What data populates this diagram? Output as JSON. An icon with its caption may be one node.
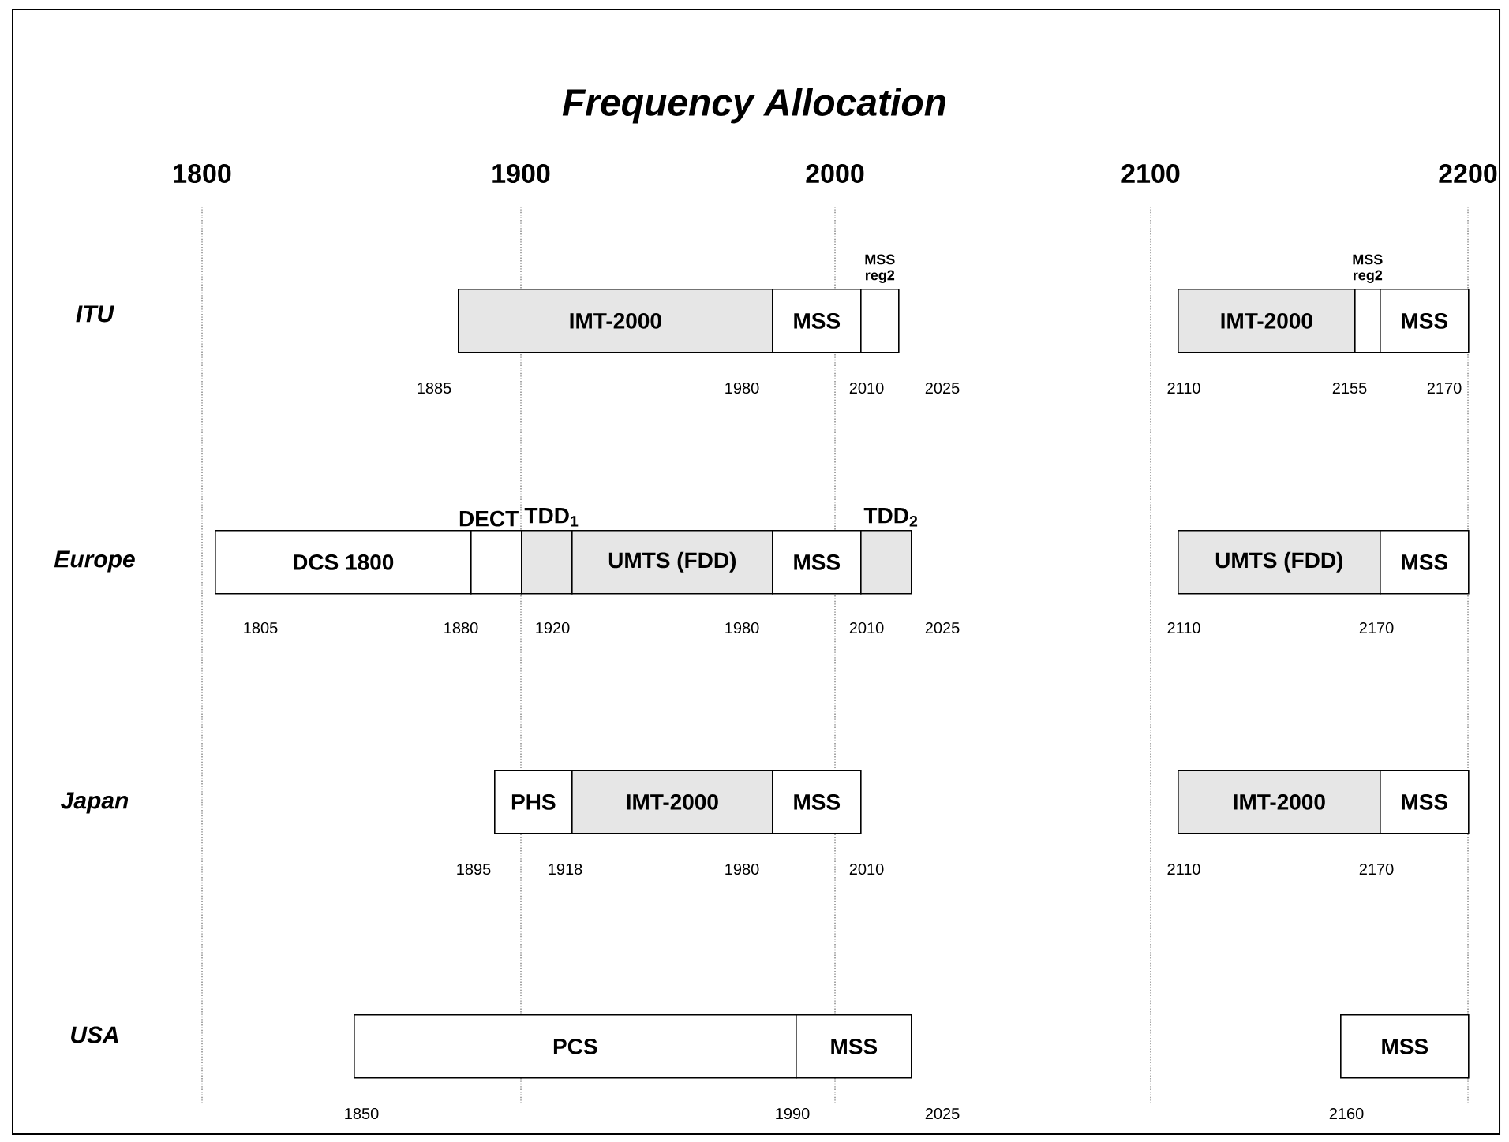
{
  "diagram": {
    "title": "Frequency Allocation",
    "nodes": [
      {
        "text": [
          "IMT-2000"
        ]
      },
      {
        "text": [
          "MSS"
        ]
      },
      {
        "text": [
          "MSS reg2"
        ]
      },
      {
        "text": [
          "IMT-2000"
        ]
      },
      {
        "text": [
          "MSS reg2"
        ]
      },
      {
        "text": [
          "MSS"
        ]
      },
      {
        "text": [
          "DCS 1800"
        ]
      },
      {
        "text": [
          "DECT"
        ]
      },
      {
        "text": [
          "TDD$_{1}$"
        ]
      },
      {
        "text": [
          "UMTS (FDD)"
        ]
      },
      {
        "text": [
          "MSS"
        ]
      },
      {
        "text": [
          "TDD$_{2}$"
        ]
      },
      {
        "text": [
          "UMTS (FDD)"
        ]
      },
      {
        "text": [
          "MSS"
        ]
      },
      {
        "text": [
          "PHS"
        ]
      },
      {
        "text": [
          "IMT-2000"
        ]
      },
      {
        "text": [
          "MSS"
        ]
      },
      {
        "text": [
          "IMT-2000"
        ]
      },
      {
        "text": [
          "MSS"
        ]
      },
      {
        "text": [
          "PCS"
        ]
      },
      {
        "text": [
          "MSS"
        ]
      },
      {
        "text": [
          "MSS"
        ]
      }
    ],
    "labels": [
      "1800",
      "1900",
      "2000",
      "2100",
      "2200",
      "ITU",
      "1885",
      "1980",
      "2010",
      "2025",
      "2110",
      "2155",
      "2170",
      "Europe",
      "1805",
      "1880",
      "1920",
      "1980",
      "2010",
      "2025",
      "2110",
      "2170",
      "Japan",
      "1895",
      "1918",
      "1980",
      "2010",
      "2110",
      "2170",
      "USA",
      "1850",
      "1990",
      "2025",
      "2160"
    ]
  }
}
